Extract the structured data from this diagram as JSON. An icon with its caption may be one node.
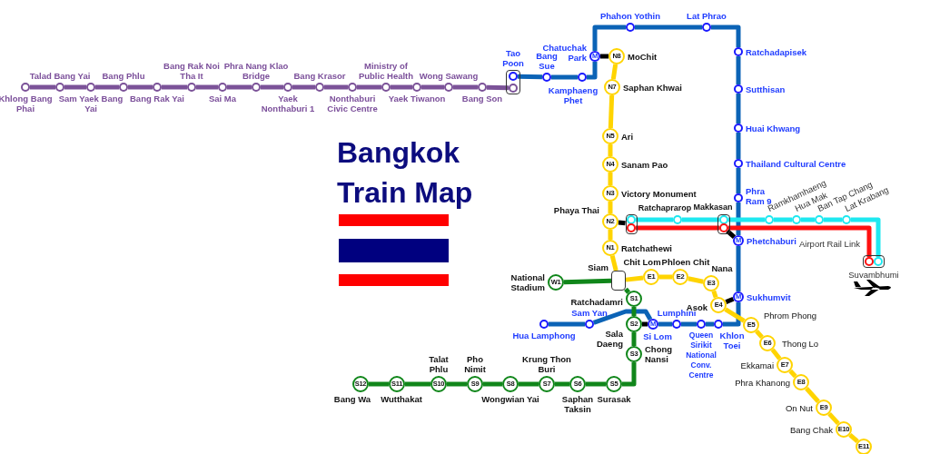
{
  "diagram": {
    "title": "Bangkok Train Map",
    "nodes": [
      {
        "text": [],
        "shape": "circle",
        "beside": [
          "Khlong Bang Phai"
        ]
      },
      {
        "text": [],
        "shape": "circle",
        "beside": [
          "Talad Bang Yai"
        ]
      },
      {
        "text": [],
        "shape": "circle",
        "beside": [
          "Sam Yaek Bang Yai"
        ]
      },
      {
        "text": [],
        "shape": "circle",
        "beside": [
          "Bang Phlu"
        ]
      },
      {
        "text": [],
        "shape": "circle",
        "beside": [
          "Bang Rak Yai"
        ]
      },
      {
        "text": [],
        "shape": "circle",
        "beside": [
          "Bang Rak Noi Tha It"
        ]
      },
      {
        "text": [],
        "shape": "circle",
        "beside": [
          "Sai Ma"
        ]
      },
      {
        "text": [],
        "shape": "circle",
        "beside": [
          "Phra Nang Klao Bridge"
        ]
      },
      {
        "text": [],
        "shape": "circle",
        "beside": [
          "Yaek Nonthaburi 1"
        ]
      },
      {
        "text": [],
        "shape": "circle",
        "beside": [
          "Bang Krasor"
        ]
      },
      {
        "text": [],
        "shape": "circle",
        "beside": [
          "Nonthaburi Civic Centre"
        ]
      },
      {
        "text": [],
        "shape": "circle",
        "beside": [
          "Ministry of Public Health"
        ]
      },
      {
        "text": [],
        "shape": "circle",
        "beside": [
          "Yaek Tiwanon"
        ]
      },
      {
        "text": [],
        "shape": "circle",
        "beside": [
          "Wong Sawang"
        ]
      },
      {
        "text": [],
        "shape": "circle",
        "beside": [
          "Bang Son"
        ]
      },
      {
        "text": [],
        "shape": "box",
        "beside": [
          "Tao Poon"
        ]
      },
      {
        "text": [],
        "shape": "circle",
        "in": 15
      },
      {
        "text": [],
        "shape": "circle",
        "in": 15
      },
      {
        "text": [],
        "shape": "circle",
        "beside": [
          "Bang Sue"
        ]
      },
      {
        "text": [],
        "shape": "circle",
        "beside": [
          "Kamphaeng Phet"
        ]
      },
      {
        "text": [
          "M"
        ],
        "beside": [
          "Chatuchak Park"
        ]
      },
      {
        "text": [],
        "shape": "circle",
        "beside": [
          "Phahon Yothin"
        ]
      },
      {
        "text": [],
        "shape": "circle",
        "beside": [
          "Lat Phrao"
        ]
      },
      {
        "text": [],
        "shape": "circle",
        "beside": [
          "Ratchadapisek"
        ]
      },
      {
        "text": [],
        "shape": "circle",
        "beside": [
          "Sutthisan"
        ]
      },
      {
        "text": [],
        "shape": "circle",
        "beside": [
          "Huai Khwang"
        ]
      },
      {
        "text": [],
        "shape": "circle",
        "beside": [
          "Thailand Cultural Centre"
        ]
      },
      {
        "text": [],
        "shape": "circle",
        "beside": [
          "Phra Ram 9"
        ]
      },
      {
        "text": [
          "M"
        ],
        "beside": [
          "Phetchaburi"
        ]
      },
      {
        "text": [
          "M"
        ],
        "beside": [
          "Sukhumvit"
        ]
      },
      {
        "text": [],
        "shape": "circle",
        "beside": [
          "Khlon Toei"
        ]
      },
      {
        "text": [],
        "shape": "circle",
        "beside": [
          "Queen Sirikit National Conv. Centre"
        ]
      },
      {
        "text": [],
        "shape": "circle",
        "beside": [
          "Lumphini"
        ]
      },
      {
        "text": [
          "M"
        ],
        "beside": [
          "Si Lom"
        ]
      },
      {
        "text": [],
        "shape": "circle",
        "beside": [
          "Sam Yan"
        ]
      },
      {
        "text": [],
        "shape": "circle",
        "beside": [
          "Hua Lamphong"
        ]
      },
      {
        "text": [
          "N8"
        ],
        "beside": [
          "MoChit"
        ]
      },
      {
        "text": [
          "N7"
        ],
        "beside": [
          "Saphan Khwai"
        ]
      },
      {
        "text": [
          "N5"
        ],
        "beside": [
          "Ari"
        ]
      },
      {
        "text": [
          "N4"
        ],
        "beside": [
          "Sanam Pao"
        ]
      },
      {
        "text": [
          "N3"
        ],
        "beside": [
          "Victory Monument"
        ]
      },
      {
        "text": [
          "N2"
        ],
        "beside": [
          "Phaya Thai"
        ]
      },
      {
        "text": [
          "N1"
        ],
        "beside": [
          "Ratchathewi"
        ]
      },
      {
        "text": [],
        "shape": "box",
        "beside": [
          "Siam"
        ]
      },
      {
        "text": [
          "E1"
        ],
        "beside": [
          "Chit Lom"
        ]
      },
      {
        "text": [
          "E2"
        ],
        "beside": [
          "Phloen Chit"
        ]
      },
      {
        "text": [
          "E3"
        ],
        "beside": [
          "Nana"
        ]
      },
      {
        "text": [
          "E4"
        ],
        "beside": [
          "Asok"
        ]
      },
      {
        "text": [
          "E5"
        ],
        "beside": [
          "Phrom Phong"
        ]
      },
      {
        "text": [
          "E6"
        ],
        "beside": [
          "Thong Lo"
        ]
      },
      {
        "text": [
          "E7"
        ],
        "beside": [
          "Ekkamai"
        ]
      },
      {
        "text": [
          "E8"
        ],
        "beside": [
          "Phra Khanong"
        ]
      },
      {
        "text": [
          "E9"
        ],
        "beside": [
          "On Nut"
        ]
      },
      {
        "text": [
          "E10"
        ],
        "beside": [
          "Bang Chak"
        ]
      },
      {
        "text": [
          "E11"
        ]
      },
      {
        "text": [
          "W1"
        ],
        "beside": [
          "National Stadium"
        ]
      },
      {
        "text": [
          "S1"
        ],
        "beside": [
          "Ratchadamri"
        ]
      },
      {
        "text": [
          "S2"
        ],
        "beside": [
          "Sala Daeng"
        ]
      },
      {
        "text": [
          "S3"
        ],
        "beside": [
          "Chong Nansi"
        ]
      },
      {
        "text": [
          "S5"
        ],
        "beside": [
          "Surasak"
        ]
      },
      {
        "text": [
          "S6"
        ],
        "beside": [
          "Saphan Taksin"
        ]
      },
      {
        "text": [
          "S7"
        ],
        "beside": [
          "Krung Thon Buri"
        ]
      },
      {
        "text": [
          "S8"
        ],
        "beside": [
          "Wongwian Yai"
        ]
      },
      {
        "text": [
          "S9"
        ],
        "beside": [
          "Pho Nimit"
        ]
      },
      {
        "text": [
          "S10"
        ],
        "beside": [
          "Talat Phlu"
        ]
      },
      {
        "text": [
          "S11"
        ],
        "beside": [
          "Wutthakat"
        ]
      },
      {
        "text": [
          "S12"
        ],
        "beside": [
          "Bang Wa"
        ]
      },
      {
        "text": [],
        "shape": "box"
      },
      {
        "text": [],
        "shape": "circle",
        "in": 67
      },
      {
        "text": [],
        "shape": "circle",
        "in": 67
      },
      {
        "text": [],
        "shape": "circle",
        "beside": [
          "Ratchaprarop"
        ]
      },
      {
        "text": [],
        "shape": "box",
        "beside": [
          "Makkasan"
        ]
      },
      {
        "text": [],
        "shape": "circle",
        "in": 71
      },
      {
        "text": [],
        "shape": "circle",
        "in": 71
      },
      {
        "text": [],
        "shape": "circle",
        "beside": [
          "Ramkhamhaeng"
        ]
      },
      {
        "text": [],
        "shape": "circle",
        "beside": [
          "Hua Mak"
        ]
      },
      {
        "text": [],
        "shape": "circle",
        "beside": [
          "Ban Tap Chang"
        ]
      },
      {
        "text": [],
        "shape": "circle",
        "beside": [
          "Lat Krabang"
        ]
      },
      {
        "text": [],
        "shape": "box",
        "beside": [
          "Suvambhumi"
        ]
      },
      {
        "text": [],
        "shape": "circle",
        "in": 78
      },
      {
        "text": [],
        "shape": "circle",
        "in": 78
      }
    ],
    "edges": [
      {
        "from": 0,
        "to": 1,
        "arrow": "none",
        "color": "#7b5298"
      },
      {
        "from": 1,
        "to": 2,
        "arrow": "none",
        "color": "#7b5298"
      },
      {
        "from": 2,
        "to": 3,
        "arrow": "none",
        "color": "#7b5298"
      },
      {
        "from": 3,
        "to": 4,
        "arrow": "none",
        "color": "#7b5298"
      },
      {
        "from": 4,
        "to": 5,
        "arrow": "none",
        "color": "#7b5298"
      },
      {
        "from": 5,
        "to": 6,
        "arrow": "none",
        "color": "#7b5298"
      },
      {
        "from": 6,
        "to": 7,
        "arrow": "none",
        "color": "#7b5298"
      },
      {
        "from": 7,
        "to": 8,
        "arrow": "none",
        "color": "#7b5298"
      },
      {
        "from": 8,
        "to": 9,
        "arrow": "none",
        "color": "#7b5298"
      },
      {
        "from": 9,
        "to": 10,
        "arrow": "none",
        "color": "#7b5298"
      },
      {
        "from": 10,
        "to": 11,
        "arrow": "none",
        "color": "#7b5298"
      },
      {
        "from": 11,
        "to": 12,
        "arrow": "none",
        "color": "#7b5298"
      },
      {
        "from": 12,
        "to": 13,
        "arrow": "none",
        "color": "#7b5298"
      },
      {
        "from": 13,
        "to": 14,
        "arrow": "none",
        "color": "#7b5298"
      },
      {
        "from": 14,
        "to": 17,
        "arrow": "none",
        "color": "#7b5298"
      },
      {
        "from": 16,
        "to": 18,
        "arrow": "none",
        "color": "#0b63b6"
      },
      {
        "from": 18,
        "to": 19,
        "arrow": "none",
        "color": "#0b63b6"
      },
      {
        "from": 19,
        "to": 20,
        "arrow": "none",
        "color": "#0b63b6"
      },
      {
        "from": 20,
        "to": 21,
        "arrow": "none",
        "color": "#0b63b6"
      },
      {
        "from": 21,
        "to": 22,
        "arrow": "none",
        "color": "#0b63b6"
      },
      {
        "from": 22,
        "to": 23,
        "arrow": "none",
        "color": "#0b63b6"
      },
      {
        "from": 23,
        "to": 24,
        "arrow": "none",
        "color": "#0b63b6"
      },
      {
        "from": 24,
        "to": 25,
        "arrow": "none",
        "color": "#0b63b6"
      },
      {
        "from": 25,
        "to": 26,
        "arrow": "none",
        "color": "#0b63b6"
      },
      {
        "from": 26,
        "to": 27,
        "arrow": "none",
        "color": "#0b63b6"
      },
      {
        "from": 27,
        "to": 28,
        "arrow": "none",
        "color": "#0b63b6"
      },
      {
        "from": 28,
        "to": 29,
        "arrow": "none",
        "color": "#0b63b6"
      },
      {
        "from": 29,
        "to": 30,
        "arrow": "none",
        "color": "#0b63b6"
      },
      {
        "from": 30,
        "to": 31,
        "arrow": "none",
        "color": "#0b63b6"
      },
      {
        "from": 31,
        "to": 32,
        "arrow": "none",
        "color": "#0b63b6"
      },
      {
        "from": 32,
        "to": 33,
        "arrow": "none",
        "color": "#0b63b6"
      },
      {
        "from": 33,
        "to": 34,
        "arrow": "none",
        "color": "#0b63b6"
      },
      {
        "from": 34,
        "to": 35,
        "arrow": "none",
        "color": "#0b63b6"
      },
      {
        "from": 36,
        "to": 37,
        "arrow": "none",
        "color": "#ffd400"
      },
      {
        "from": 37,
        "to": 38,
        "arrow": "none",
        "color": "#ffd400"
      },
      {
        "from": 38,
        "to": 39,
        "arrow": "none",
        "color": "#ffd400"
      },
      {
        "from": 39,
        "to": 40,
        "arrow": "none",
        "color": "#ffd400"
      },
      {
        "from": 40,
        "to": 41,
        "arrow": "none",
        "color": "#ffd400"
      },
      {
        "from": 41,
        "to": 42,
        "arrow": "none",
        "color": "#ffd400"
      },
      {
        "from": 42,
        "to": 43,
        "arrow": "none",
        "color": "#ffd400"
      },
      {
        "from": 43,
        "to": 44,
        "arrow": "none",
        "color": "#ffd400"
      },
      {
        "from": 44,
        "to": 45,
        "arrow": "none",
        "color": "#ffd400"
      },
      {
        "from": 45,
        "to": 46,
        "arrow": "none",
        "color": "#ffd400"
      },
      {
        "from": 46,
        "to": 47,
        "arrow": "none",
        "color": "#ffd400"
      },
      {
        "from": 47,
        "to": 48,
        "arrow": "none",
        "color": "#ffd400"
      },
      {
        "from": 48,
        "to": 49,
        "arrow": "none",
        "color": "#ffd400"
      },
      {
        "from": 49,
        "to": 50,
        "arrow": "none",
        "color": "#ffd400"
      },
      {
        "from": 50,
        "to": 51,
        "arrow": "none",
        "color": "#ffd400"
      },
      {
        "from": 51,
        "to": 52,
        "arrow": "none",
        "color": "#ffd400"
      },
      {
        "from": 52,
        "to": 53,
        "arrow": "none",
        "color": "#ffd400"
      },
      {
        "from": 53,
        "to": 54,
        "arrow": "none",
        "color": "#ffd400"
      },
      {
        "from": 55,
        "to": 43,
        "arrow": "none",
        "color": "#10861a"
      },
      {
        "from": 43,
        "to": 56,
        "arrow": "none",
        "color": "#10861a"
      },
      {
        "from": 56,
        "to": 57,
        "arrow": "none",
        "color": "#10861a"
      },
      {
        "from": 57,
        "to": 58,
        "arrow": "none",
        "color": "#10861a"
      },
      {
        "from": 58,
        "to": 59,
        "arrow": "none",
        "color": "#10861a"
      },
      {
        "from": 59,
        "to": 60,
        "arrow": "none",
        "color": "#10861a"
      },
      {
        "from": 60,
        "to": 61,
        "arrow": "none",
        "color": "#10861a"
      },
      {
        "from": 61,
        "to": 62,
        "arrow": "none",
        "color": "#10861a"
      },
      {
        "from": 62,
        "to": 63,
        "arrow": "none",
        "color": "#10861a"
      },
      {
        "from": 63,
        "to": 64,
        "arrow": "none",
        "color": "#10861a"
      },
      {
        "from": 64,
        "to": 65,
        "arrow": "none",
        "color": "#10861a"
      },
      {
        "from": 65,
        "to": 66,
        "arrow": "none",
        "color": "#10861a"
      },
      {
        "from": 68,
        "to": 70,
        "arrow": "none",
        "color": "#1ee8f0"
      },
      {
        "from": 70,
        "to": 72,
        "arrow": "none",
        "color": "#1ee8f0"
      },
      {
        "from": 72,
        "to": 74,
        "arrow": "none",
        "color": "#1ee8f0"
      },
      {
        "from": 74,
        "to": 75,
        "arrow": "none",
        "color": "#1ee8f0"
      },
      {
        "from": 75,
        "to": 76,
        "arrow": "none",
        "color": "#1ee8f0"
      },
      {
        "from": 76,
        "to": 77,
        "arrow": "none",
        "color": "#1ee8f0"
      },
      {
        "from": 77,
        "to": 80,
        "arrow": "none",
        "color": "#1ee8f0"
      },
      {
        "from": 69,
        "to": 73,
        "arrow": "none",
        "color": "#ff1010"
      },
      {
        "from": 73,
        "to": 79,
        "arrow": "none",
        "color": "#ff1010"
      },
      {
        "from": 20,
        "to": 36,
        "arrow": "none",
        "color": "#000000"
      },
      {
        "from": 41,
        "to": 67,
        "arrow": "none",
        "color": "#000000"
      },
      {
        "from": 73,
        "to": 28,
        "arrow": "none",
        "color": "#000000"
      },
      {
        "from": 47,
        "to": 29,
        "arrow": "none",
        "color": "#000000"
      },
      {
        "from": 57,
        "to": 33,
        "arrow": "none",
        "color": "#000000"
      }
    ],
    "labels": [
      "Airport Rail Link"
    ]
  }
}
